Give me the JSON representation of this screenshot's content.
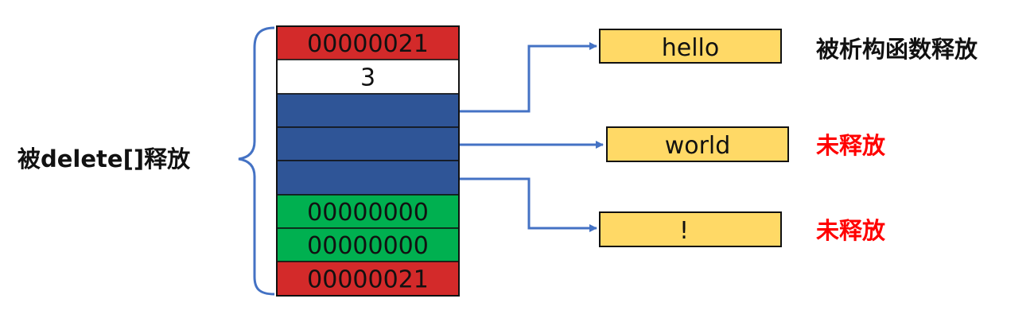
{
  "left_label": "被delete[]释放",
  "memory_block": [
    {
      "text": "00000021",
      "fill": "#d32a2a"
    },
    {
      "text": "3",
      "fill": "#ffffff"
    },
    {
      "text": "",
      "fill": "#2f5597"
    },
    {
      "text": "",
      "fill": "#2f5597"
    },
    {
      "text": "",
      "fill": "#2f5597"
    },
    {
      "text": "00000000",
      "fill": "#00b050"
    },
    {
      "text": "00000000",
      "fill": "#00b050"
    },
    {
      "text": "00000021",
      "fill": "#d32a2a"
    }
  ],
  "targets": [
    {
      "text": "hello",
      "status": "被析构函数释放",
      "status_color": "#111111"
    },
    {
      "text": "world",
      "status": "未释放",
      "status_color": "#ff0000"
    },
    {
      "text": "!",
      "status": "未释放",
      "status_color": "#ff0000"
    }
  ],
  "colors": {
    "arrow": "#4472c4",
    "target_fill": "#ffd966",
    "border": "#111111"
  }
}
